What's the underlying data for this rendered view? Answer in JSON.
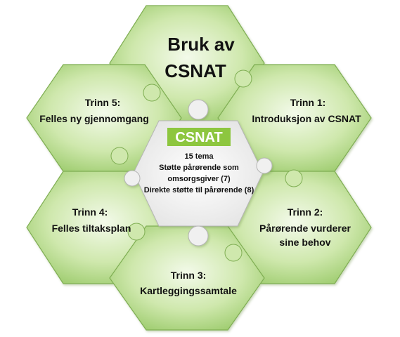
{
  "title": {
    "line1": "Bruk av",
    "line2": "CSNAT"
  },
  "steps": [
    {
      "id": "trinn-1",
      "line1": "Trinn 1:",
      "line2": "Introduksjon av CSNAT",
      "line3": ""
    },
    {
      "id": "trinn-2",
      "line1": "Trinn 2:",
      "line2": "Pårørende vurderer",
      "line3": "sine behov"
    },
    {
      "id": "trinn-3",
      "line1": "Trinn 3:",
      "line2": "Kartleggingssamtale",
      "line3": ""
    },
    {
      "id": "trinn-4",
      "line1": "Trinn 4:",
      "line2": "Felles tiltaksplan",
      "line3": ""
    },
    {
      "id": "trinn-5",
      "line1": "Trinn 5:",
      "line2": "Felles ny gjennomgang",
      "line3": ""
    }
  ],
  "center": {
    "logo": "CSNAT",
    "line1": "15 tema",
    "line2": "Støtte pårørende som",
    "line3": "omsorgsgiver (7)",
    "line4": "Direkte støtte til pårørende (8)"
  },
  "colors": {
    "hex_light": "#eef7dc",
    "hex_mid": "#c6e3a0",
    "hex_dark": "#8fc25e",
    "hex_stroke": "#7fae53",
    "logo_bg": "#8dc63f",
    "center_bg": "#f2f2f2"
  }
}
